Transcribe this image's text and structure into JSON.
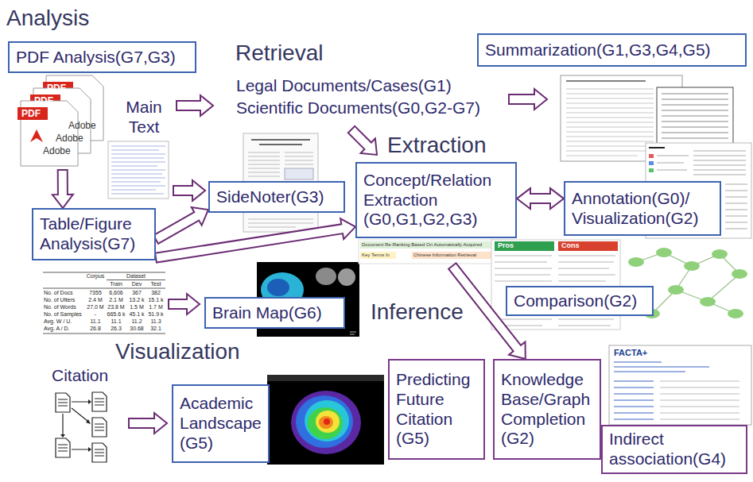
{
  "diagram": {
    "nodes": [
      {
        "text": [
          "PDF Analysis(G7,G3)"
        ]
      },
      {
        "text": [
          "Summarization(G1,G3,G4,G5)"
        ]
      },
      {
        "text": [
          "SideNoter(G3)"
        ]
      },
      {
        "text": [
          "Table/Figure Analysis(G7)"
        ]
      },
      {
        "text": [
          "Concept/Relation Extraction (G0,G1,G2,G3)"
        ]
      },
      {
        "text": [
          "Annotation(G0)/ Visualization(G2)"
        ]
      },
      {
        "text": [
          "Comparison(G2)"
        ]
      },
      {
        "text": [
          "Brain Map(G6)"
        ]
      },
      {
        "text": [
          "Academic Landscape (G5)"
        ]
      },
      {
        "text": [
          "Predicting Future Citation (G5)"
        ]
      },
      {
        "text": [
          "Knowledge Base/Graph Completion (G2)"
        ]
      },
      {
        "text": [
          "Indirect association(G4)"
        ]
      }
    ],
    "edges": [
      {
        "from": 0,
        "to": 3,
        "arrow": "to"
      },
      {
        "from": 3,
        "to": 2,
        "arrow": "to"
      },
      {
        "from": 3,
        "to": 4,
        "arrow": "to"
      },
      {
        "from": 4,
        "to": 5,
        "arrow": "both"
      },
      {
        "from": 4,
        "to": 10,
        "arrow": "to"
      }
    ],
    "labels": [
      "Analysis",
      "Retrieval",
      "Main Text",
      "Legal Documents/Cases(G1)",
      "Scientific Documents(G0,G2-G7)",
      "Extraction",
      "Inference",
      "Visualization",
      "Citation",
      "PDF",
      "PDF",
      "PDF",
      "Adobe",
      "Adobe",
      "Adobe",
      "Corpus",
      "Dataset",
      "Train",
      "Dev",
      "Test",
      "No. of Docs",
      "7355",
      "6,606",
      "367",
      "382",
      "No. of Utters",
      "2.4 M",
      "2.1 M",
      "13.2 k",
      "15.1 k",
      "No. of Words",
      "27.0 M",
      "23.8 M",
      "1.5 M",
      "1.7 M",
      "No. of Samples",
      "-",
      "665.6 k",
      "45.1 k",
      "51.9 k",
      "Avg. W / U.",
      "11.1",
      "11.1",
      "11.2",
      "11.3",
      "Avg. A / D.",
      "26.8",
      "26.3",
      "30.68",
      "32.1",
      "Pros",
      "Cons",
      "FACTA+",
      "Document Re-Ranking Based On Automatically Acquired",
      "Key Terms In",
      "Chinese Information Retrieval"
    ]
  }
}
